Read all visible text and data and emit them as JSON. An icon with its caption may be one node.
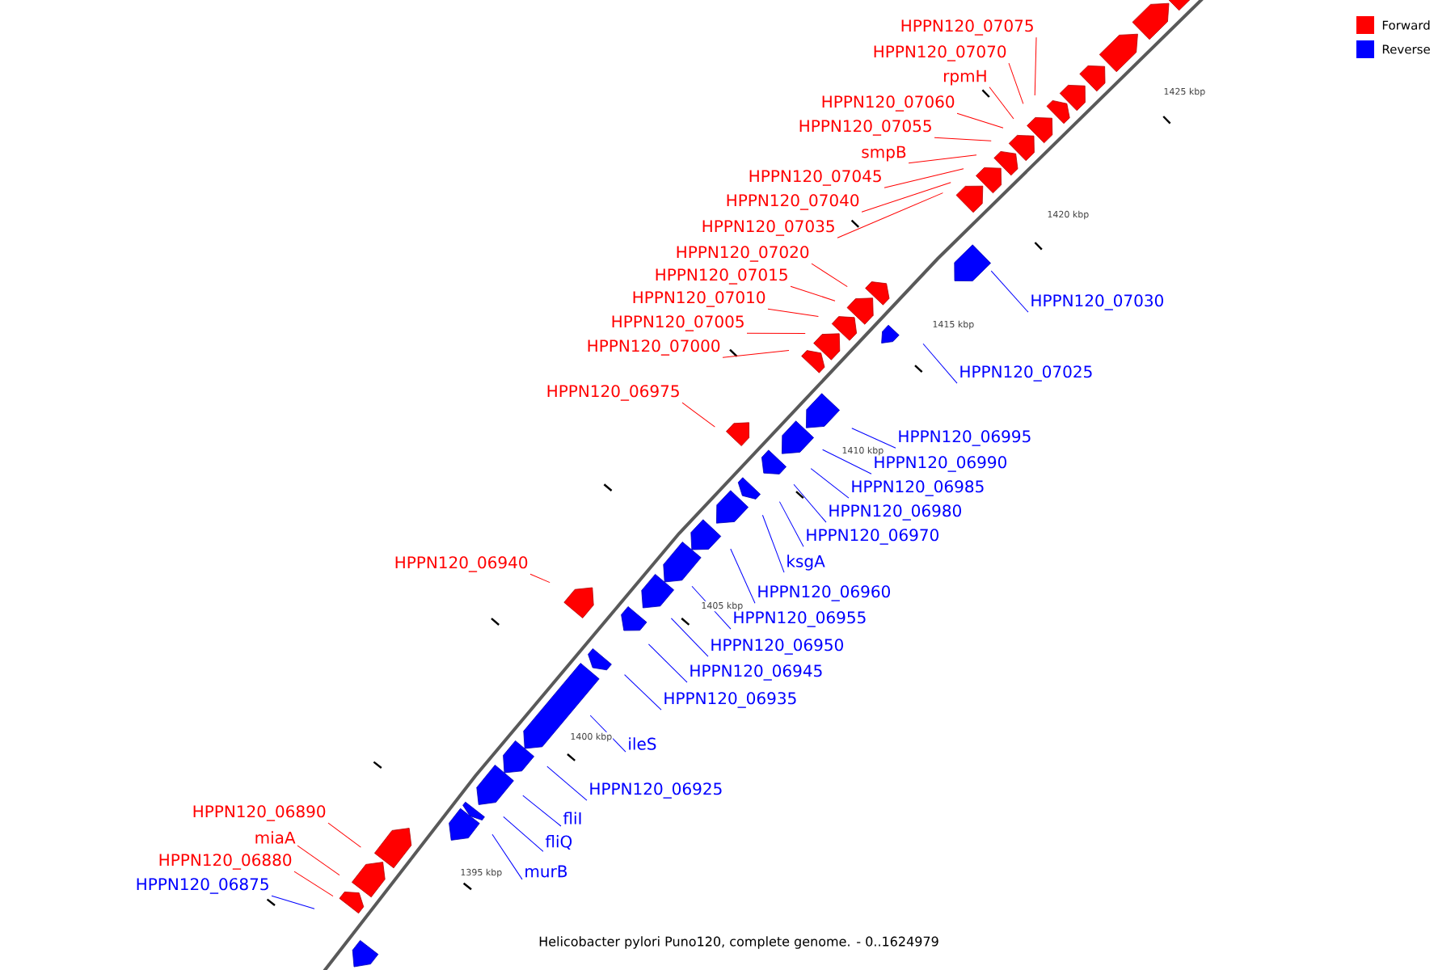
{
  "diagram": {
    "caption": "Helicobacter pylori Puno120, complete genome. - 0..1624979",
    "nodes": [
      {
        "text": [
          "HPPN120_07075"
        ]
      },
      {
        "text": [
          "HPPN120_07070"
        ]
      },
      {
        "text": [
          "rpmH"
        ]
      },
      {
        "text": [
          "HPPN120_07060"
        ]
      },
      {
        "text": [
          "HPPN120_07055"
        ]
      },
      {
        "text": [
          "smpB"
        ]
      },
      {
        "text": [
          "HPPN120_07045"
        ]
      },
      {
        "text": [
          "HPPN120_07040"
        ]
      },
      {
        "text": [
          "HPPN120_07035"
        ]
      },
      {
        "text": [
          "HPPN120_07020"
        ]
      },
      {
        "text": [
          "HPPN120_07015"
        ]
      },
      {
        "text": [
          "HPPN120_07010"
        ]
      },
      {
        "text": [
          "HPPN120_07030"
        ]
      },
      {
        "text": [
          "HPPN120_07005"
        ]
      },
      {
        "text": [
          "HPPN120_07000"
        ]
      },
      {
        "text": [
          "HPPN120_07025"
        ]
      },
      {
        "text": [
          "HPPN120_06975"
        ]
      },
      {
        "text": [
          "HPPN120_06995"
        ]
      },
      {
        "text": [
          "HPPN120_06990"
        ]
      },
      {
        "text": [
          "HPPN120_06985"
        ]
      },
      {
        "text": [
          "HPPN120_06980"
        ]
      },
      {
        "text": [
          "HPPN120_06970"
        ]
      },
      {
        "text": [
          "ksgA"
        ]
      },
      {
        "text": [
          "HPPN120_06940"
        ]
      },
      {
        "text": [
          "HPPN120_06960"
        ]
      },
      {
        "text": [
          "HPPN120_06955"
        ]
      },
      {
        "text": [
          "HPPN120_06950"
        ]
      },
      {
        "text": [
          "HPPN120_06945"
        ]
      },
      {
        "text": [
          "HPPN120_06935"
        ]
      },
      {
        "text": [
          "ileS"
        ]
      },
      {
        "text": [
          "HPPN120_06925"
        ]
      },
      {
        "text": [
          "HPPN120_06890"
        ]
      },
      {
        "text": [
          "fliI"
        ]
      },
      {
        "text": [
          "miaA"
        ]
      },
      {
        "text": [
          "fliQ"
        ]
      },
      {
        "text": [
          "HPPN120_06880"
        ]
      },
      {
        "text": [
          "murB"
        ]
      },
      {
        "text": [
          "HPPN120_06875"
        ]
      }
    ],
    "edges": [
      {
        "from": 0,
        "to": null,
        "arrow": "none",
        "color": "#ff0000"
      },
      {
        "from": 1,
        "to": null,
        "arrow": "none",
        "color": "#ff0000"
      },
      {
        "from": 2,
        "to": null,
        "arrow": "none",
        "color": "#ff0000"
      },
      {
        "from": 3,
        "to": null,
        "arrow": "none",
        "color": "#ff0000"
      },
      {
        "from": 4,
        "to": null,
        "arrow": "none",
        "color": "#ff0000"
      },
      {
        "from": 5,
        "to": null,
        "arrow": "none",
        "color": "#ff0000"
      },
      {
        "from": 6,
        "to": null,
        "arrow": "none",
        "color": "#ff0000"
      },
      {
        "from": 7,
        "to": null,
        "arrow": "none",
        "color": "#ff0000"
      },
      {
        "from": 8,
        "to": null,
        "arrow": "none",
        "color": "#ff0000"
      },
      {
        "from": 9,
        "to": null,
        "arrow": "none",
        "color": "#ff0000"
      },
      {
        "from": 10,
        "to": null,
        "arrow": "none",
        "color": "#ff0000"
      },
      {
        "from": 11,
        "to": null,
        "arrow": "none",
        "color": "#ff0000"
      },
      {
        "from": 12,
        "to": null,
        "arrow": "none",
        "color": "#0000ff"
      },
      {
        "from": 13,
        "to": null,
        "arrow": "none",
        "color": "#ff0000"
      },
      {
        "from": 14,
        "to": null,
        "arrow": "none",
        "color": "#ff0000"
      },
      {
        "from": 15,
        "to": null,
        "arrow": "none",
        "color": "#0000ff"
      },
      {
        "from": 16,
        "to": null,
        "arrow": "none",
        "color": "#ff0000"
      },
      {
        "from": 17,
        "to": null,
        "arrow": "none",
        "color": "#0000ff"
      },
      {
        "from": 18,
        "to": null,
        "arrow": "none",
        "color": "#0000ff"
      },
      {
        "from": 19,
        "to": null,
        "arrow": "none",
        "color": "#0000ff"
      },
      {
        "from": 20,
        "to": null,
        "arrow": "none",
        "color": "#0000ff"
      },
      {
        "from": 21,
        "to": null,
        "arrow": "none",
        "color": "#0000ff"
      },
      {
        "from": 22,
        "to": null,
        "arrow": "none",
        "color": "#0000ff"
      },
      {
        "from": 23,
        "to": null,
        "arrow": "none",
        "color": "#ff0000"
      },
      {
        "from": 24,
        "to": null,
        "arrow": "none",
        "color": "#0000ff"
      },
      {
        "from": 25,
        "to": null,
        "arrow": "none",
        "color": "#0000ff"
      },
      {
        "from": 26,
        "to": null,
        "arrow": "none",
        "color": "#0000ff"
      },
      {
        "from": 27,
        "to": null,
        "arrow": "none",
        "color": "#0000ff"
      },
      {
        "from": 28,
        "to": null,
        "arrow": "none",
        "color": "#0000ff"
      },
      {
        "from": 29,
        "to": null,
        "arrow": "none",
        "color": "#0000ff"
      },
      {
        "from": 30,
        "to": null,
        "arrow": "none",
        "color": "#0000ff"
      },
      {
        "from": 31,
        "to": null,
        "arrow": "none",
        "color": "#ff0000"
      },
      {
        "from": 32,
        "to": null,
        "arrow": "none",
        "color": "#0000ff"
      },
      {
        "from": 33,
        "to": null,
        "arrow": "none",
        "color": "#ff0000"
      },
      {
        "from": 34,
        "to": null,
        "arrow": "none",
        "color": "#0000ff"
      },
      {
        "from": 35,
        "to": null,
        "arrow": "none",
        "color": "#ff0000"
      },
      {
        "from": 36,
        "to": null,
        "arrow": "none",
        "color": "#0000ff"
      },
      {
        "from": 37,
        "to": null,
        "arrow": "none",
        "color": "#0000ff"
      }
    ],
    "labels": [
      "1425 kbp",
      "1420 kbp",
      "1415 kbp",
      "1410 kbp",
      "1405 kbp",
      "1400 kbp",
      "1395 kbp"
    ],
    "legend": [
      {
        "text": "Forward",
        "color": "#ff0000"
      },
      {
        "text": "Reverse",
        "color": "#0000ff"
      }
    ]
  }
}
